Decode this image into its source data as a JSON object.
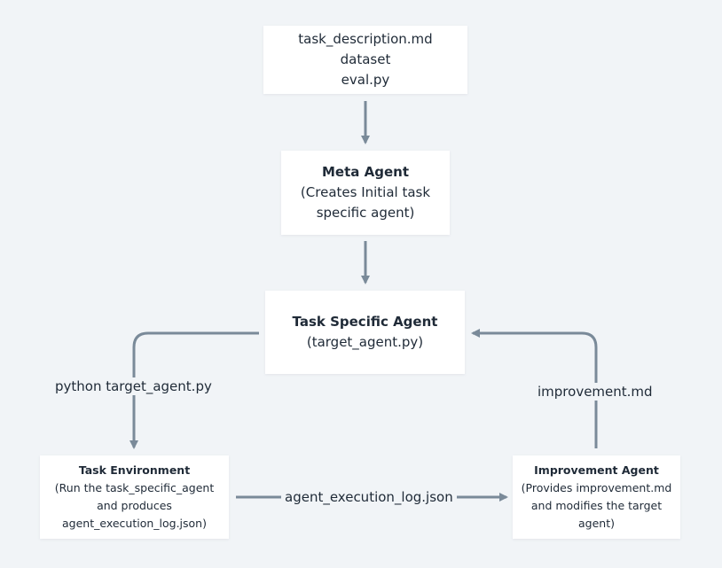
{
  "nodes": {
    "inputs": {
      "lines": [
        "task_description.md",
        "dataset",
        "eval.py"
      ]
    },
    "meta_agent": {
      "title": "Meta Agent",
      "lines": [
        "(Creates Initial task",
        "specific agent)"
      ]
    },
    "task_specific_agent": {
      "title": "Task Specific Agent",
      "lines": [
        "(target_agent.py)"
      ]
    },
    "task_environment": {
      "title": "Task Environment",
      "lines": [
        "(Run the task_specific_agent",
        "and produces",
        "agent_execution_log.json)"
      ]
    },
    "improvement_agent": {
      "title": "Improvement Agent",
      "lines": [
        "(Provides improvement.md",
        "and modifies the target",
        "agent)"
      ]
    }
  },
  "edges": {
    "run_label": "python target_agent.py",
    "log_label": "agent_execution_log.json",
    "improve_label": "improvement.md"
  },
  "colors": {
    "background": "#f1f4f7",
    "box": "#ffffff",
    "arrow": "#7a8a99",
    "text": "#1f2a37"
  }
}
